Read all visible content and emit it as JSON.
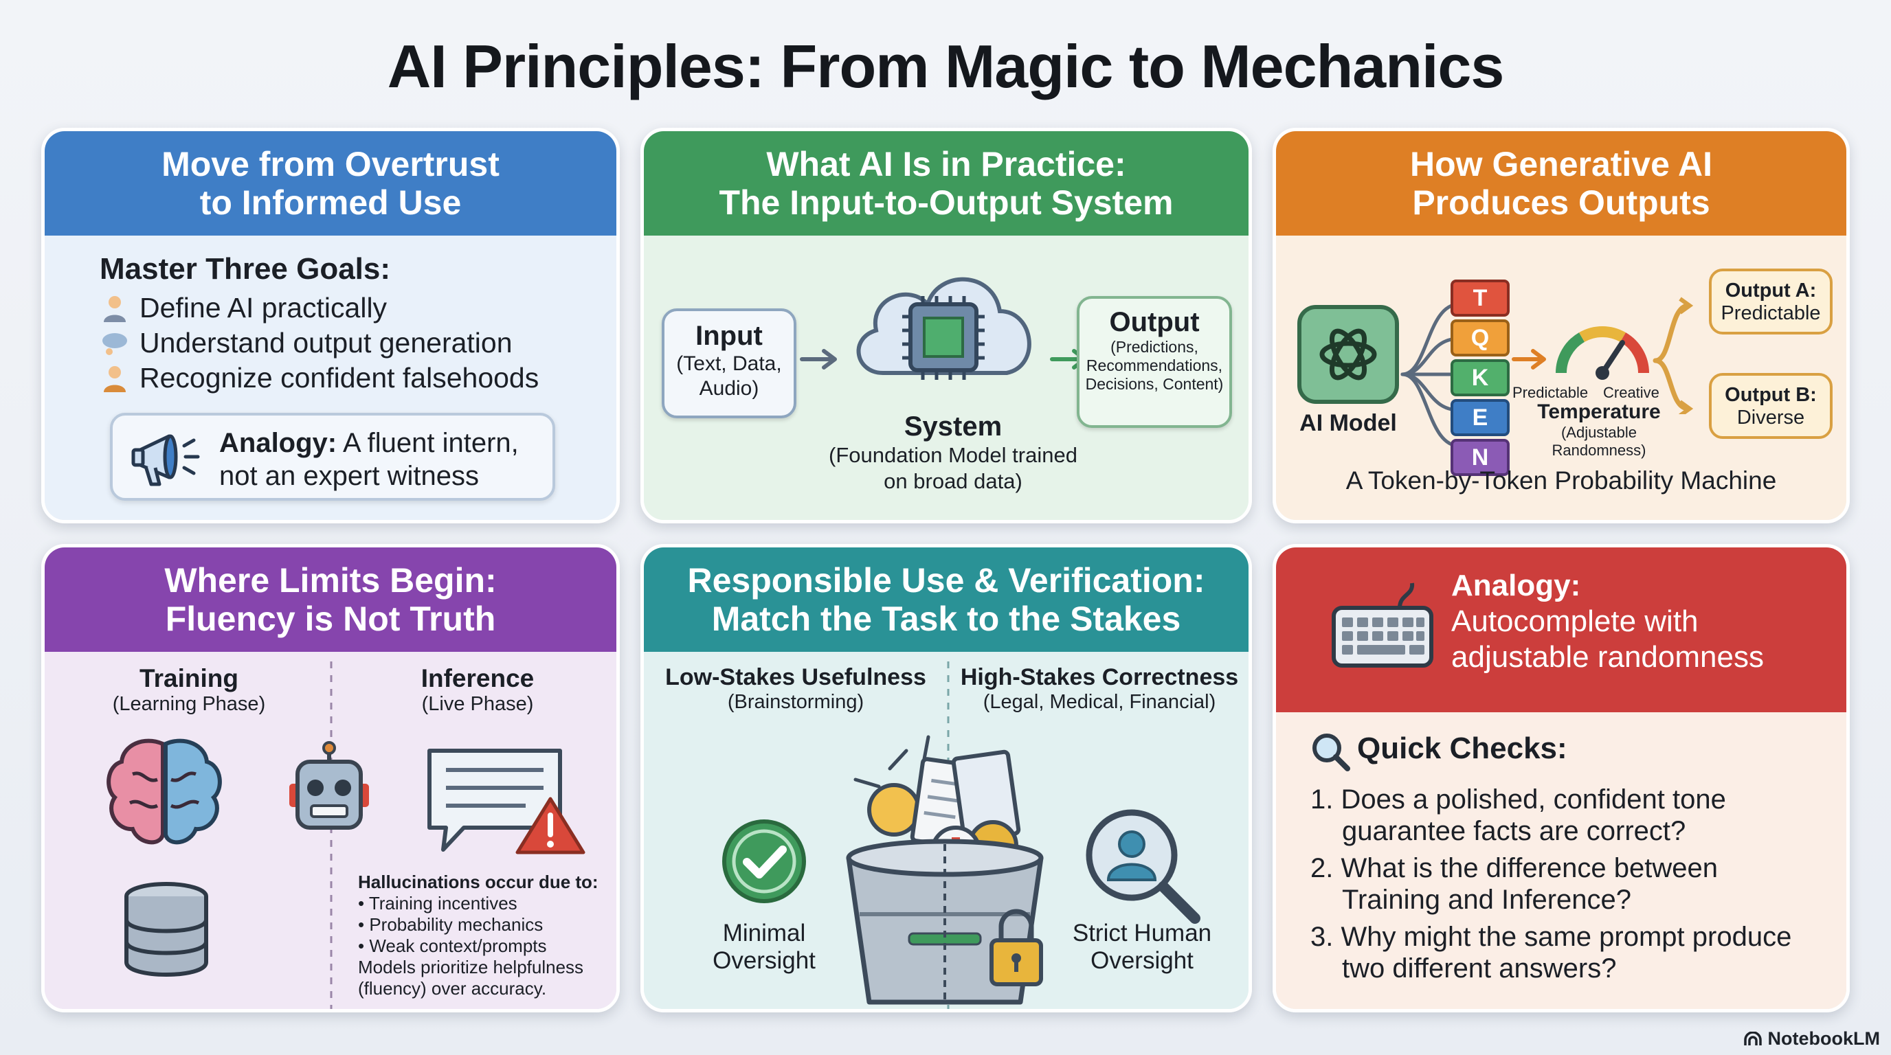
{
  "title": "AI Principles: From Magic to Mechanics",
  "card1": {
    "header_line1": "Move from Overtrust",
    "header_line2": "to Informed Use",
    "goals_title": "Master Three Goals:",
    "goals": [
      "Define AI practically",
      "Understand output generation",
      "Recognize confident falsehoods"
    ],
    "analogy_label": "Analogy:",
    "analogy_text_1": " A fluent intern,",
    "analogy_text_2": "not an expert witness"
  },
  "card2": {
    "header_line1": "What AI Is in Practice:",
    "header_line2": "The Input-to-Output System",
    "input_title": "Input",
    "input_sub": "(Text, Data, Audio)",
    "output_title": "Output",
    "output_sub": "(Predictions, Recommendations, Decisions, Content)",
    "system_title": "System",
    "system_sub_1": "(Foundation Model trained",
    "system_sub_2": "on broad data)"
  },
  "card3": {
    "header_line1": "How Generative AI",
    "header_line2": "Produces Outputs",
    "model_label": "AI Model",
    "token_letters": [
      "T",
      "Q",
      "K",
      "E",
      "N"
    ],
    "dial_left": "Predictable",
    "dial_right": "Creative",
    "temp_title": "Temperature",
    "temp_sub_1": "(Adjustable",
    "temp_sub_2": "Randomness)",
    "output_a_1": "Output A:",
    "output_a_2": "Predictable",
    "output_b_1": "Output B:",
    "output_b_2": "Diverse",
    "caption": "A Token-by-Token Probability Machine",
    "colors": {
      "orange": "#de7f25",
      "bubble": "#fdf1d8"
    }
  },
  "card4": {
    "header_line1": "Where Limits Begin:",
    "header_line2": "Fluency is Not Truth",
    "training_title": "Training",
    "training_sub": "(Learning Phase)",
    "inference_title": "Inference",
    "inference_sub": "(Live Phase)",
    "halluc_title": "Hallucinations occur due to:",
    "halluc_items": [
      "• Training incentives",
      "• Probability mechanics",
      "• Weak context/prompts"
    ],
    "halluc_note_1": "Models prioritize helpfulness",
    "halluc_note_2": "(fluency) over accuracy."
  },
  "card5": {
    "header_line1": "Responsible Use & Verification:",
    "header_line2": "Match the Task to the Stakes",
    "low_title": "Low-Stakes Usefulness",
    "low_sub": "(Brainstorming)",
    "high_title": "High-Stakes Correctness",
    "high_sub": "(Legal, Medical, Financial)",
    "minimal_1": "Minimal",
    "minimal_2": "Oversight",
    "strict_1": "Strict Human",
    "strict_2": "Oversight"
  },
  "card6": {
    "header_line1": "Analogy:",
    "header_line2": "Autocomplete with",
    "header_line3": "adjustable randomness",
    "checks_title": "Quick Checks:",
    "checks": [
      {
        "num": "1.",
        "line1": "Does a polished, confident tone",
        "line2": "guarantee facts are correct?"
      },
      {
        "num": "2.",
        "line1": "What is the difference between",
        "line2": "Training and Inference?"
      },
      {
        "num": "3.",
        "line1": "Why might the same prompt produce",
        "line2": "two different answers?"
      }
    ]
  },
  "footer": {
    "brand": "NotebookLM"
  }
}
